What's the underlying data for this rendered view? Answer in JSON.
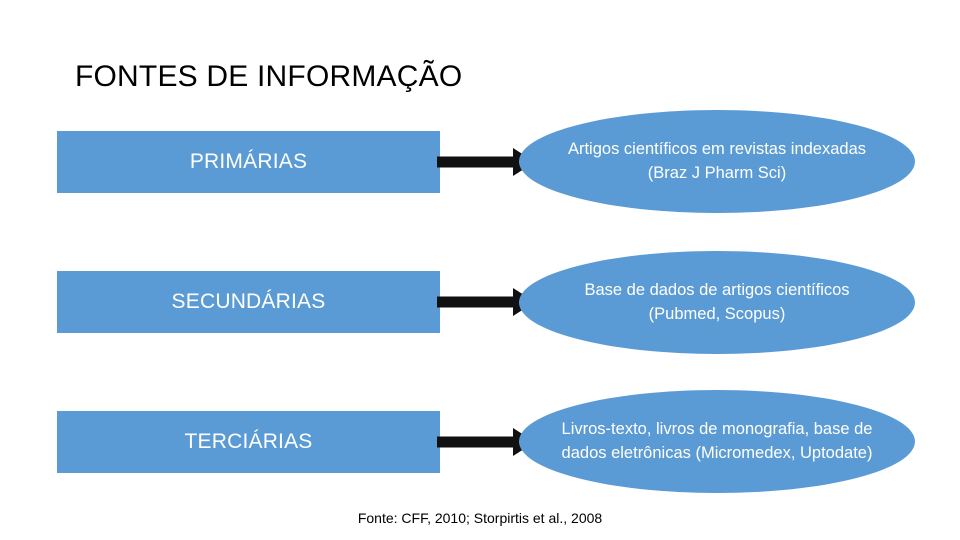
{
  "slide": {
    "title": "FONTES DE INFORMAÇÃO",
    "source_note": "Fonte: CFF, 2010; Storpirtis et al., 2008",
    "accent_color": "#5B9BD5",
    "arrow_color": "#111111"
  },
  "rows": [
    {
      "level_label": "PRIMÁRIAS",
      "description": "Artigos científicos em revistas indexadas (Braz J Pharm Sci)",
      "arrow_name": "arrow-primarias"
    },
    {
      "level_label": "SECUNDÁRIAS",
      "description": "Base de dados de artigos científicos (Pubmed, Scopus)",
      "arrow_name": "arrow-secundarias"
    },
    {
      "level_label": "TERCIÁRIAS",
      "description": "Livros-texto, livros de monografia, base de dados eletrônicas (Micromedex, Uptodate)",
      "arrow_name": "arrow-terciarias"
    }
  ]
}
